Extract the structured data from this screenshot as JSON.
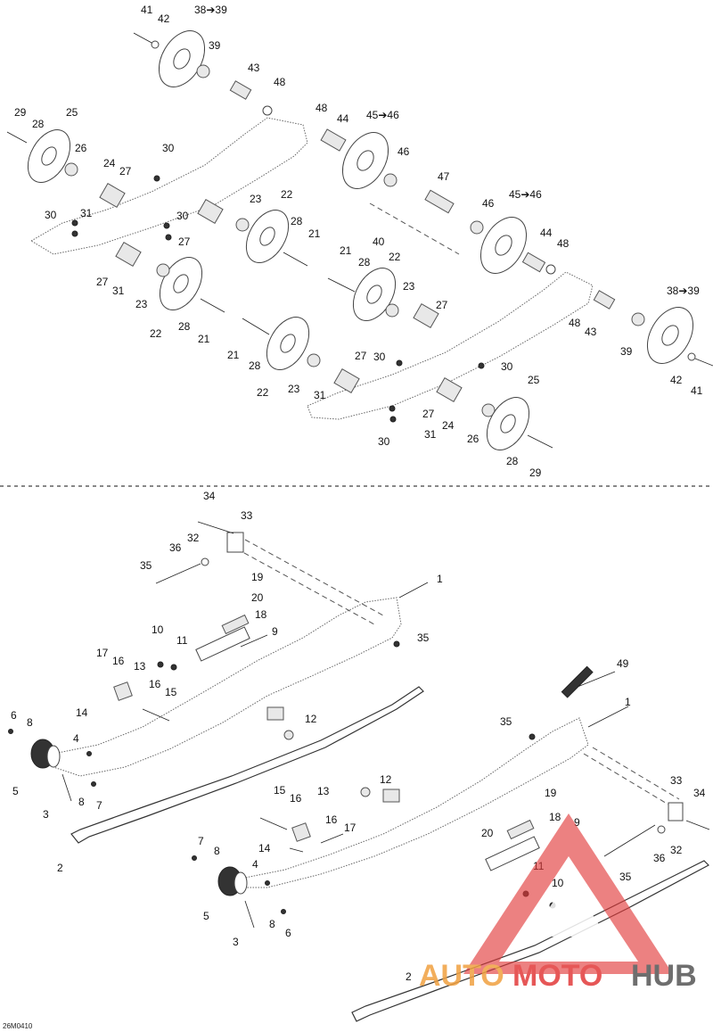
{
  "diagram_code": "26M0410",
  "watermark": {
    "brand_part1": "AUTO",
    "brand_part2": "MOTO",
    "brand_part3": "HUB",
    "color_red": "#e23a3a",
    "color_orange": "#f0a040",
    "color_gray": "#555555"
  },
  "labels": [
    {
      "id": "t41",
      "text": "41"
    },
    {
      "id": "t42",
      "text": "42"
    },
    {
      "id": "t38a",
      "text": "38➔39"
    },
    {
      "id": "t39a",
      "text": "39"
    },
    {
      "id": "t43a",
      "text": "43"
    },
    {
      "id": "t48a",
      "text": "48"
    },
    {
      "id": "t48b",
      "text": "48"
    },
    {
      "id": "t44a",
      "text": "44"
    },
    {
      "id": "t45a",
      "text": "45➔46"
    },
    {
      "id": "t46a",
      "text": "46"
    },
    {
      "id": "t47",
      "text": "47"
    },
    {
      "id": "t46b",
      "text": "46"
    },
    {
      "id": "t45b",
      "text": "45➔46"
    },
    {
      "id": "t44b",
      "text": "44"
    },
    {
      "id": "t48c",
      "text": "48"
    },
    {
      "id": "t40",
      "text": "40"
    },
    {
      "id": "t29a",
      "text": "29"
    },
    {
      "id": "t28a",
      "text": "28"
    },
    {
      "id": "t25a",
      "text": "25"
    },
    {
      "id": "t26a",
      "text": "26"
    },
    {
      "id": "t24a",
      "text": "24"
    },
    {
      "id": "t27a",
      "text": "27"
    },
    {
      "id": "t31a",
      "text": "31"
    },
    {
      "id": "t30a",
      "text": "30"
    },
    {
      "id": "t30b",
      "text": "30"
    },
    {
      "id": "t30c",
      "text": "30"
    },
    {
      "id": "t27b",
      "text": "27"
    },
    {
      "id": "t23a",
      "text": "23"
    },
    {
      "id": "t22a",
      "text": "22"
    },
    {
      "id": "t28b",
      "text": "28"
    },
    {
      "id": "t21a",
      "text": "21"
    },
    {
      "id": "t27c",
      "text": "27"
    },
    {
      "id": "t31b",
      "text": "31"
    },
    {
      "id": "t23b",
      "text": "23"
    },
    {
      "id": "t22b",
      "text": "22"
    },
    {
      "id": "t28c",
      "text": "28"
    },
    {
      "id": "t21b",
      "text": "21"
    },
    {
      "id": "t21c",
      "text": "21"
    },
    {
      "id": "t28d",
      "text": "28"
    },
    {
      "id": "t22c",
      "text": "22"
    },
    {
      "id": "t23c",
      "text": "23"
    },
    {
      "id": "t27d",
      "text": "27"
    },
    {
      "id": "t21d",
      "text": "21"
    },
    {
      "id": "t28e",
      "text": "28"
    },
    {
      "id": "t22d",
      "text": "22"
    },
    {
      "id": "t23d",
      "text": "23"
    },
    {
      "id": "t27e",
      "text": "27"
    },
    {
      "id": "t31c",
      "text": "31"
    },
    {
      "id": "t30d",
      "text": "30"
    },
    {
      "id": "t30e",
      "text": "30"
    },
    {
      "id": "t30f",
      "text": "30"
    },
    {
      "id": "t27f",
      "text": "27"
    },
    {
      "id": "t24b",
      "text": "24"
    },
    {
      "id": "t31d",
      "text": "31"
    },
    {
      "id": "t26b",
      "text": "26"
    },
    {
      "id": "t25b",
      "text": "25"
    },
    {
      "id": "t28f",
      "text": "28"
    },
    {
      "id": "t29b",
      "text": "29"
    },
    {
      "id": "t38b",
      "text": "38➔39"
    },
    {
      "id": "t48d",
      "text": "48"
    },
    {
      "id": "t43b",
      "text": "43"
    },
    {
      "id": "t39b",
      "text": "39"
    },
    {
      "id": "t42b",
      "text": "42"
    },
    {
      "id": "t41b",
      "text": "41"
    },
    {
      "id": "b34a",
      "text": "34"
    },
    {
      "id": "b33a",
      "text": "33"
    },
    {
      "id": "b32a",
      "text": "32"
    },
    {
      "id": "b36a",
      "text": "36"
    },
    {
      "id": "b35a",
      "text": "35"
    },
    {
      "id": "b19a",
      "text": "19"
    },
    {
      "id": "b20a",
      "text": "20"
    },
    {
      "id": "b18a",
      "text": "18"
    },
    {
      "id": "b1a",
      "text": "1"
    },
    {
      "id": "b9a",
      "text": "9"
    },
    {
      "id": "b35b",
      "text": "35"
    },
    {
      "id": "b10a",
      "text": "10"
    },
    {
      "id": "b11a",
      "text": "11"
    },
    {
      "id": "b17a",
      "text": "17"
    },
    {
      "id": "b16a",
      "text": "16"
    },
    {
      "id": "b13a",
      "text": "13"
    },
    {
      "id": "b16b",
      "text": "16"
    },
    {
      "id": "b15a",
      "text": "15"
    },
    {
      "id": "b14a",
      "text": "14"
    },
    {
      "id": "b12a",
      "text": "12"
    },
    {
      "id": "b6a",
      "text": "6"
    },
    {
      "id": "b8a",
      "text": "8"
    },
    {
      "id": "b4a",
      "text": "4"
    },
    {
      "id": "b5a",
      "text": "5"
    },
    {
      "id": "b3a",
      "text": "3"
    },
    {
      "id": "b8b",
      "text": "8"
    },
    {
      "id": "b7a",
      "text": "7"
    },
    {
      "id": "b2a",
      "text": "2"
    },
    {
      "id": "b49",
      "text": "49"
    },
    {
      "id": "b1b",
      "text": "1"
    },
    {
      "id": "b35c",
      "text": "35"
    },
    {
      "id": "b12b",
      "text": "12"
    },
    {
      "id": "b15b",
      "text": "15"
    },
    {
      "id": "b16c",
      "text": "16"
    },
    {
      "id": "b13b",
      "text": "13"
    },
    {
      "id": "b19b",
      "text": "19"
    },
    {
      "id": "b16d",
      "text": "16"
    },
    {
      "id": "b17b",
      "text": "17"
    },
    {
      "id": "b18b",
      "text": "18"
    },
    {
      "id": "b9b",
      "text": "9"
    },
    {
      "id": "b20b",
      "text": "20"
    },
    {
      "id": "b33b",
      "text": "33"
    },
    {
      "id": "b34b",
      "text": "34"
    },
    {
      "id": "b32b",
      "text": "32"
    },
    {
      "id": "b36b",
      "text": "36"
    },
    {
      "id": "b35d",
      "text": "35"
    },
    {
      "id": "b14b",
      "text": "14"
    },
    {
      "id": "b7b",
      "text": "7"
    },
    {
      "id": "b8c",
      "text": "8"
    },
    {
      "id": "b4b",
      "text": "4"
    },
    {
      "id": "b11b",
      "text": "11"
    },
    {
      "id": "b10b",
      "text": "10"
    },
    {
      "id": "b5b",
      "text": "5"
    },
    {
      "id": "b8d",
      "text": "8"
    },
    {
      "id": "b6b",
      "text": "6"
    },
    {
      "id": "b3b",
      "text": "3"
    },
    {
      "id": "b2b",
      "text": "2"
    }
  ]
}
